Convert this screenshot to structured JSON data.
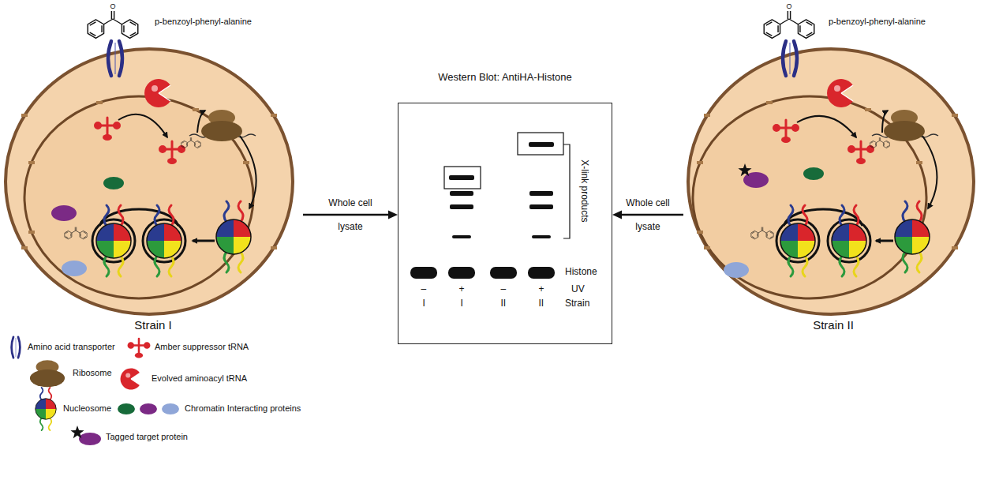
{
  "diagram": {
    "nodes": [
      {
        "text": [
          "Strain I"
        ]
      },
      {
        "text": [
          "Western Blot: AntiHA-Histone"
        ]
      },
      {
        "text": [
          "Strain II"
        ]
      }
    ],
    "edges": [
      {
        "from": 0,
        "to": 1,
        "arrow": "to",
        "label": "Whole cell lysate"
      },
      {
        "from": 2,
        "to": 1,
        "arrow": "to",
        "label": "Whole cell lysate"
      }
    ],
    "labels": [
      "O",
      "p-benzoyl-phenyl-alanine",
      "X-link products",
      "Histone",
      "–",
      "+",
      "–",
      "+",
      "UV",
      "I",
      "I",
      "II",
      "II",
      "Strain",
      "O",
      "p-benzoyl-phenyl-alanine"
    ],
    "legend": [
      {
        "text": "Amino acid transporter"
      },
      {
        "text": "Amber suppressor tRNA"
      },
      {
        "text": "Ribosome"
      },
      {
        "text": "Evolved aminoacyl tRNA"
      },
      {
        "text": "Nucleosome"
      },
      {
        "text": "Chromatin Interacting proteins"
      },
      {
        "text": "Tagged target protein"
      }
    ]
  }
}
